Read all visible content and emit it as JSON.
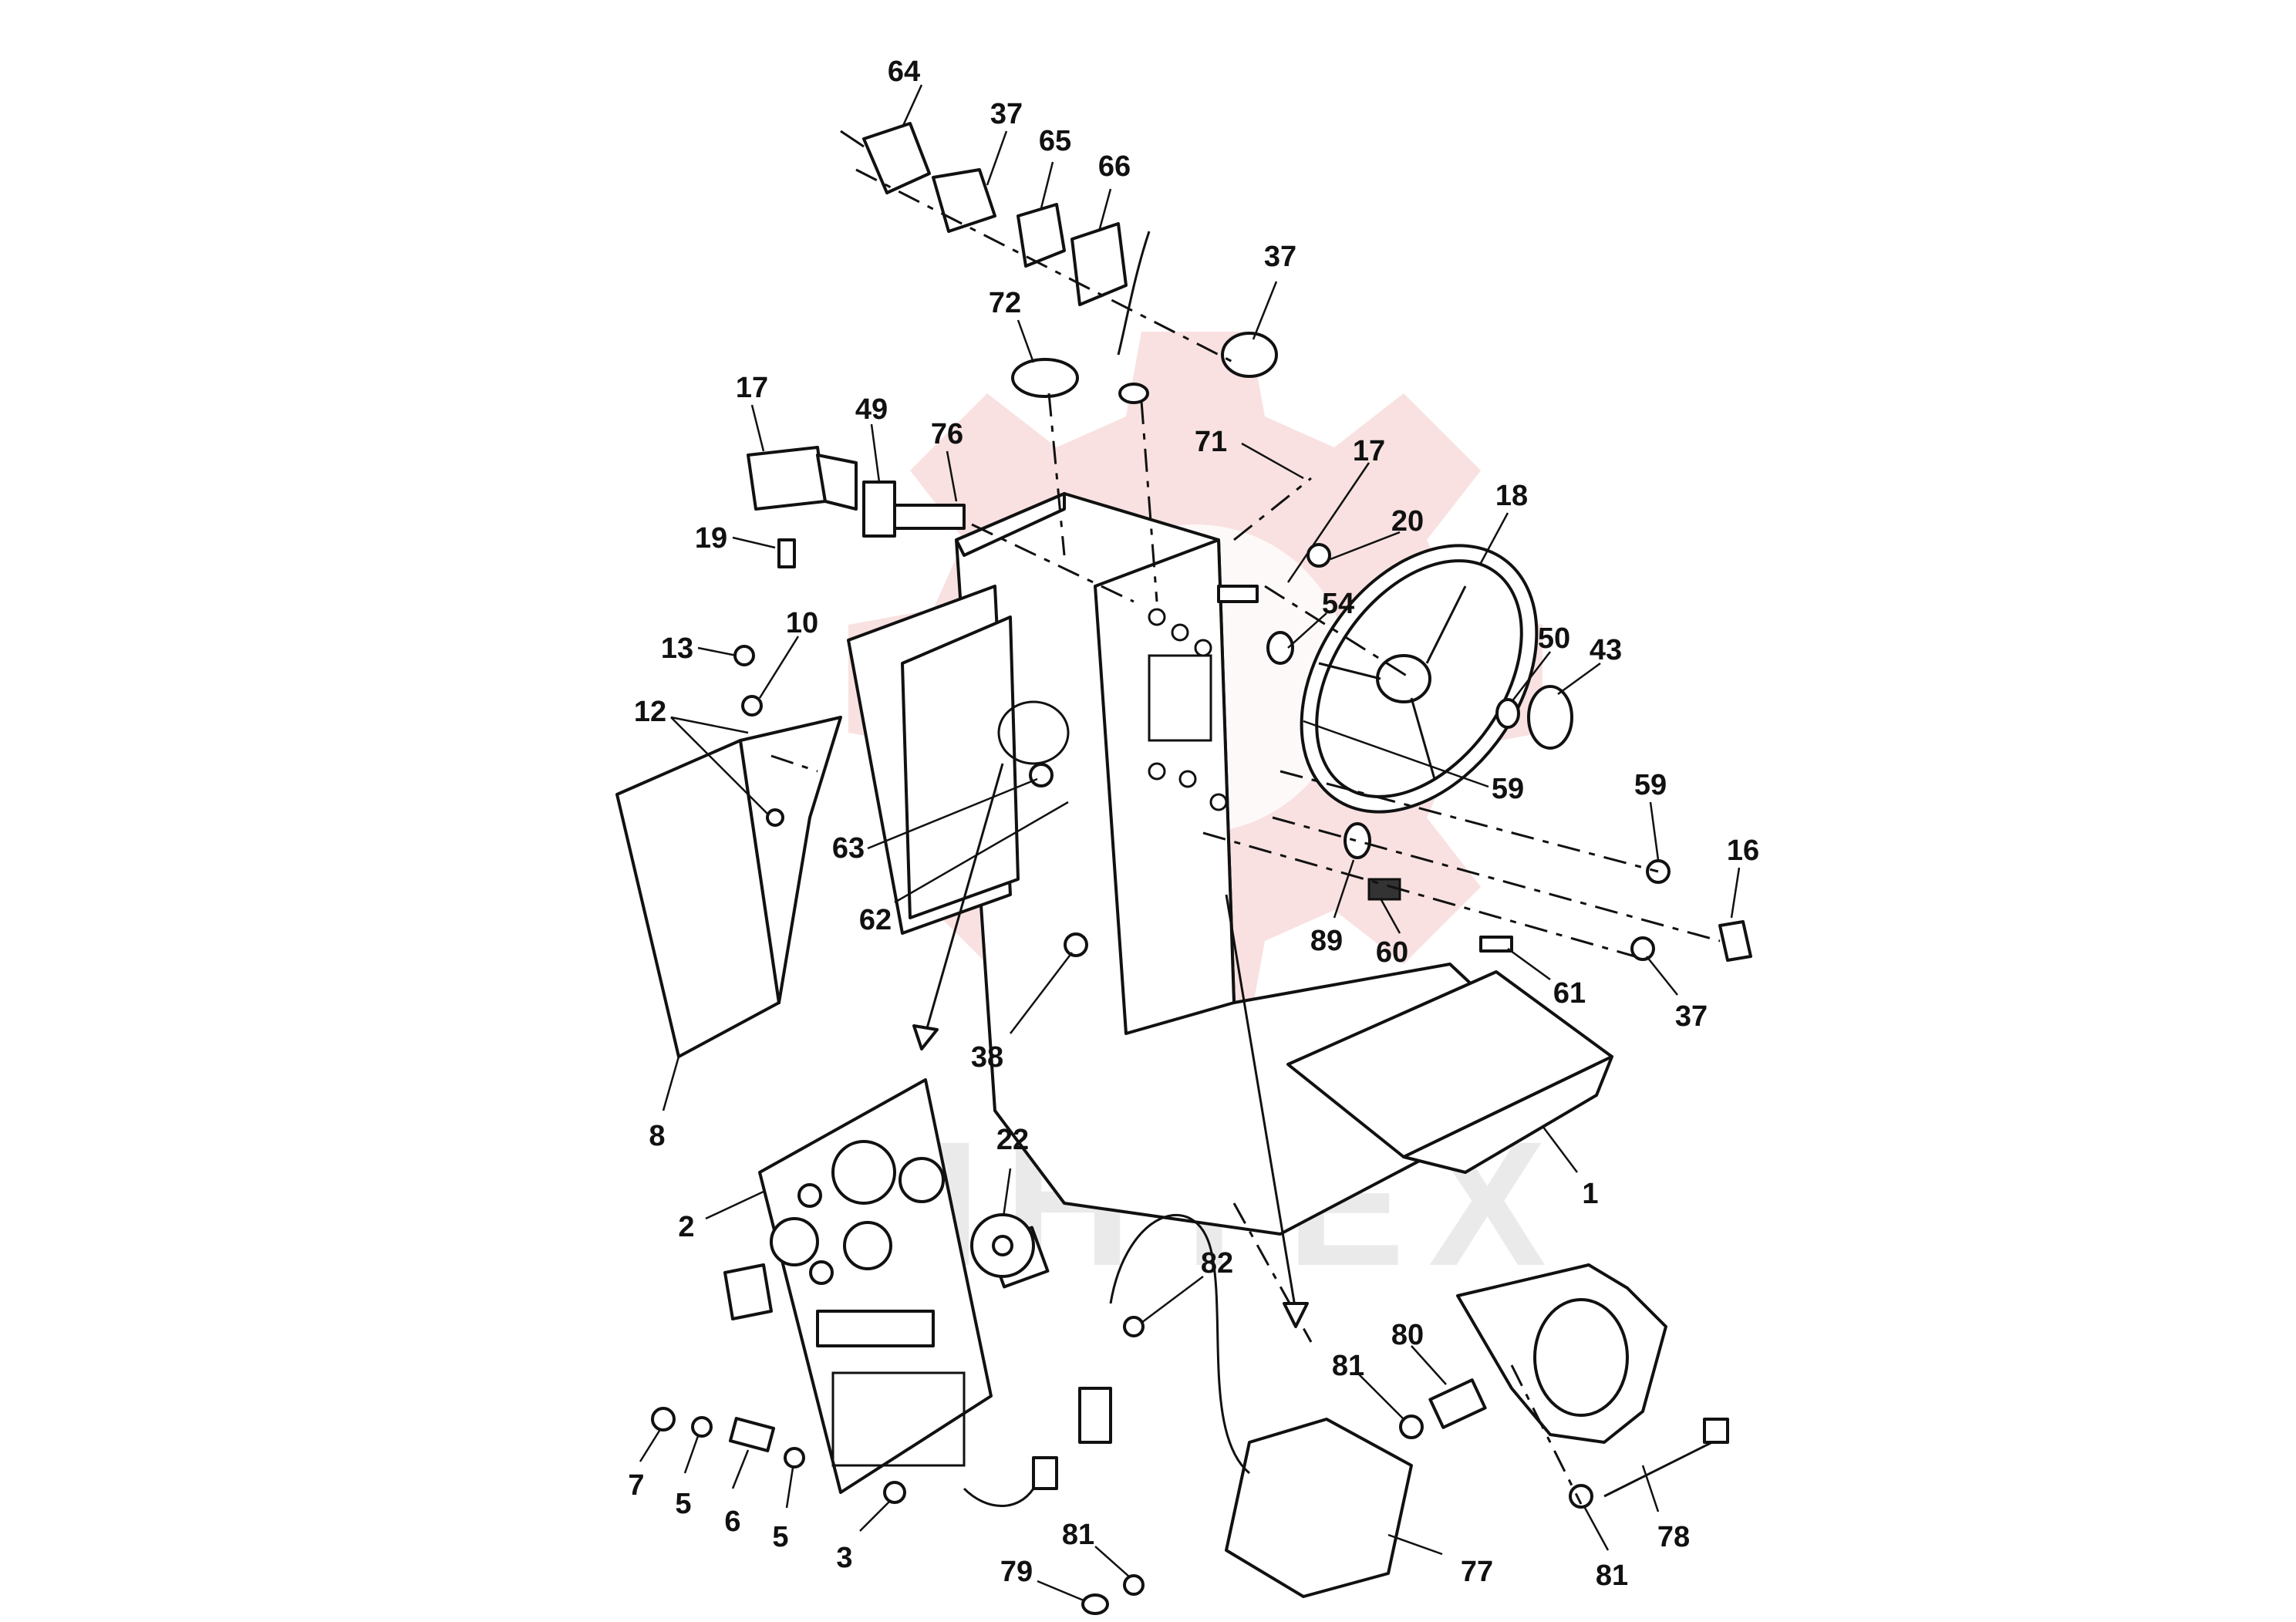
{
  "diagram": {
    "watermark": {
      "text": "MHTEX",
      "color": "#f5c9c9"
    },
    "callouts": [
      {
        "label": "64"
      },
      {
        "label": "37"
      },
      {
        "label": "65"
      },
      {
        "label": "66"
      },
      {
        "label": "37"
      },
      {
        "label": "72"
      },
      {
        "label": "71"
      },
      {
        "label": "17"
      },
      {
        "label": "49"
      },
      {
        "label": "76"
      },
      {
        "label": "19"
      },
      {
        "label": "17"
      },
      {
        "label": "20"
      },
      {
        "label": "18"
      },
      {
        "label": "54"
      },
      {
        "label": "50"
      },
      {
        "label": "43"
      },
      {
        "label": "13"
      },
      {
        "label": "10"
      },
      {
        "label": "12"
      },
      {
        "label": "59"
      },
      {
        "label": "59"
      },
      {
        "label": "16"
      },
      {
        "label": "63"
      },
      {
        "label": "62"
      },
      {
        "label": "89"
      },
      {
        "label": "60"
      },
      {
        "label": "61"
      },
      {
        "label": "37"
      },
      {
        "label": "38"
      },
      {
        "label": "8"
      },
      {
        "label": "1"
      },
      {
        "label": "22"
      },
      {
        "label": "2"
      },
      {
        "label": "82"
      },
      {
        "label": "81"
      },
      {
        "label": "80"
      },
      {
        "label": "78"
      },
      {
        "label": "81"
      },
      {
        "label": "77"
      },
      {
        "label": "7"
      },
      {
        "label": "5"
      },
      {
        "label": "6"
      },
      {
        "label": "5"
      },
      {
        "label": "3"
      },
      {
        "label": "81"
      },
      {
        "label": "79"
      }
    ]
  }
}
